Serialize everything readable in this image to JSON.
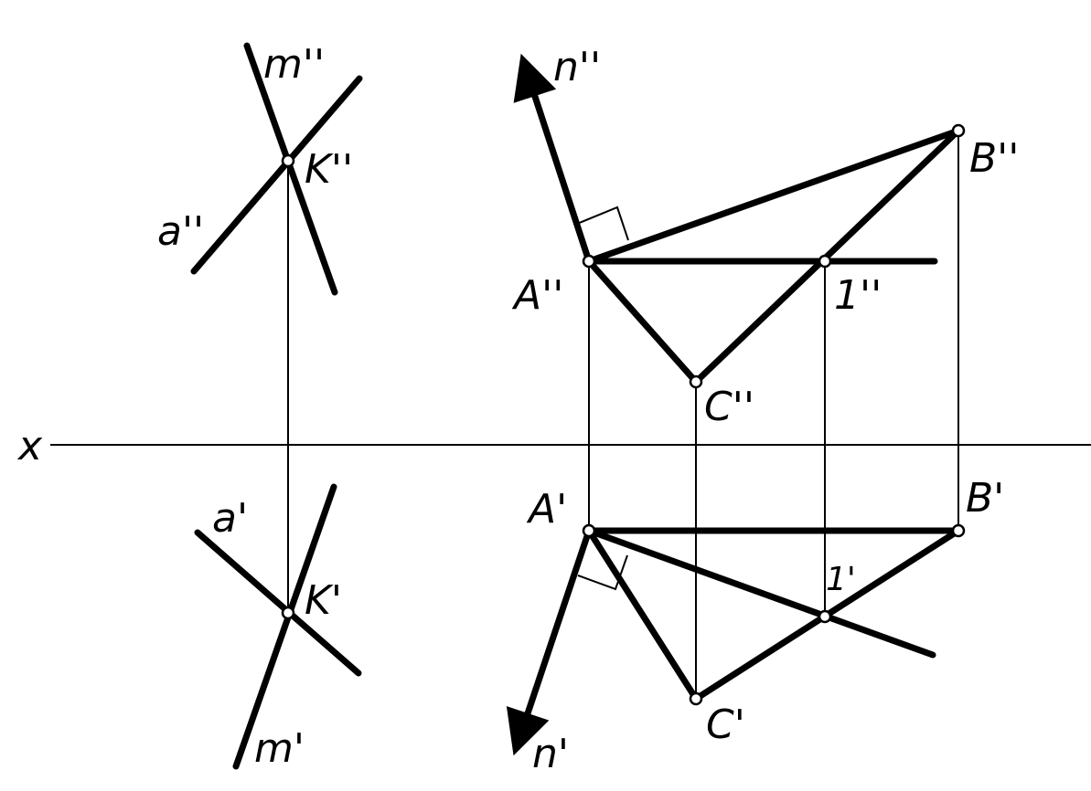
{
  "labels": {
    "x_axis": "x",
    "m2": "m''",
    "K2": "K''",
    "a2": "a''",
    "a1": "a'",
    "K1": "K'",
    "m1": "m'",
    "n2": "n''",
    "B2": "B''",
    "A2": "A''",
    "one2": "1''",
    "C2": "C''",
    "A1": "A'",
    "B1": "B'",
    "one1": "1'",
    "C1": "C'",
    "n1": "n'"
  },
  "colors": {
    "line": "#000000",
    "background": "#ffffff"
  }
}
